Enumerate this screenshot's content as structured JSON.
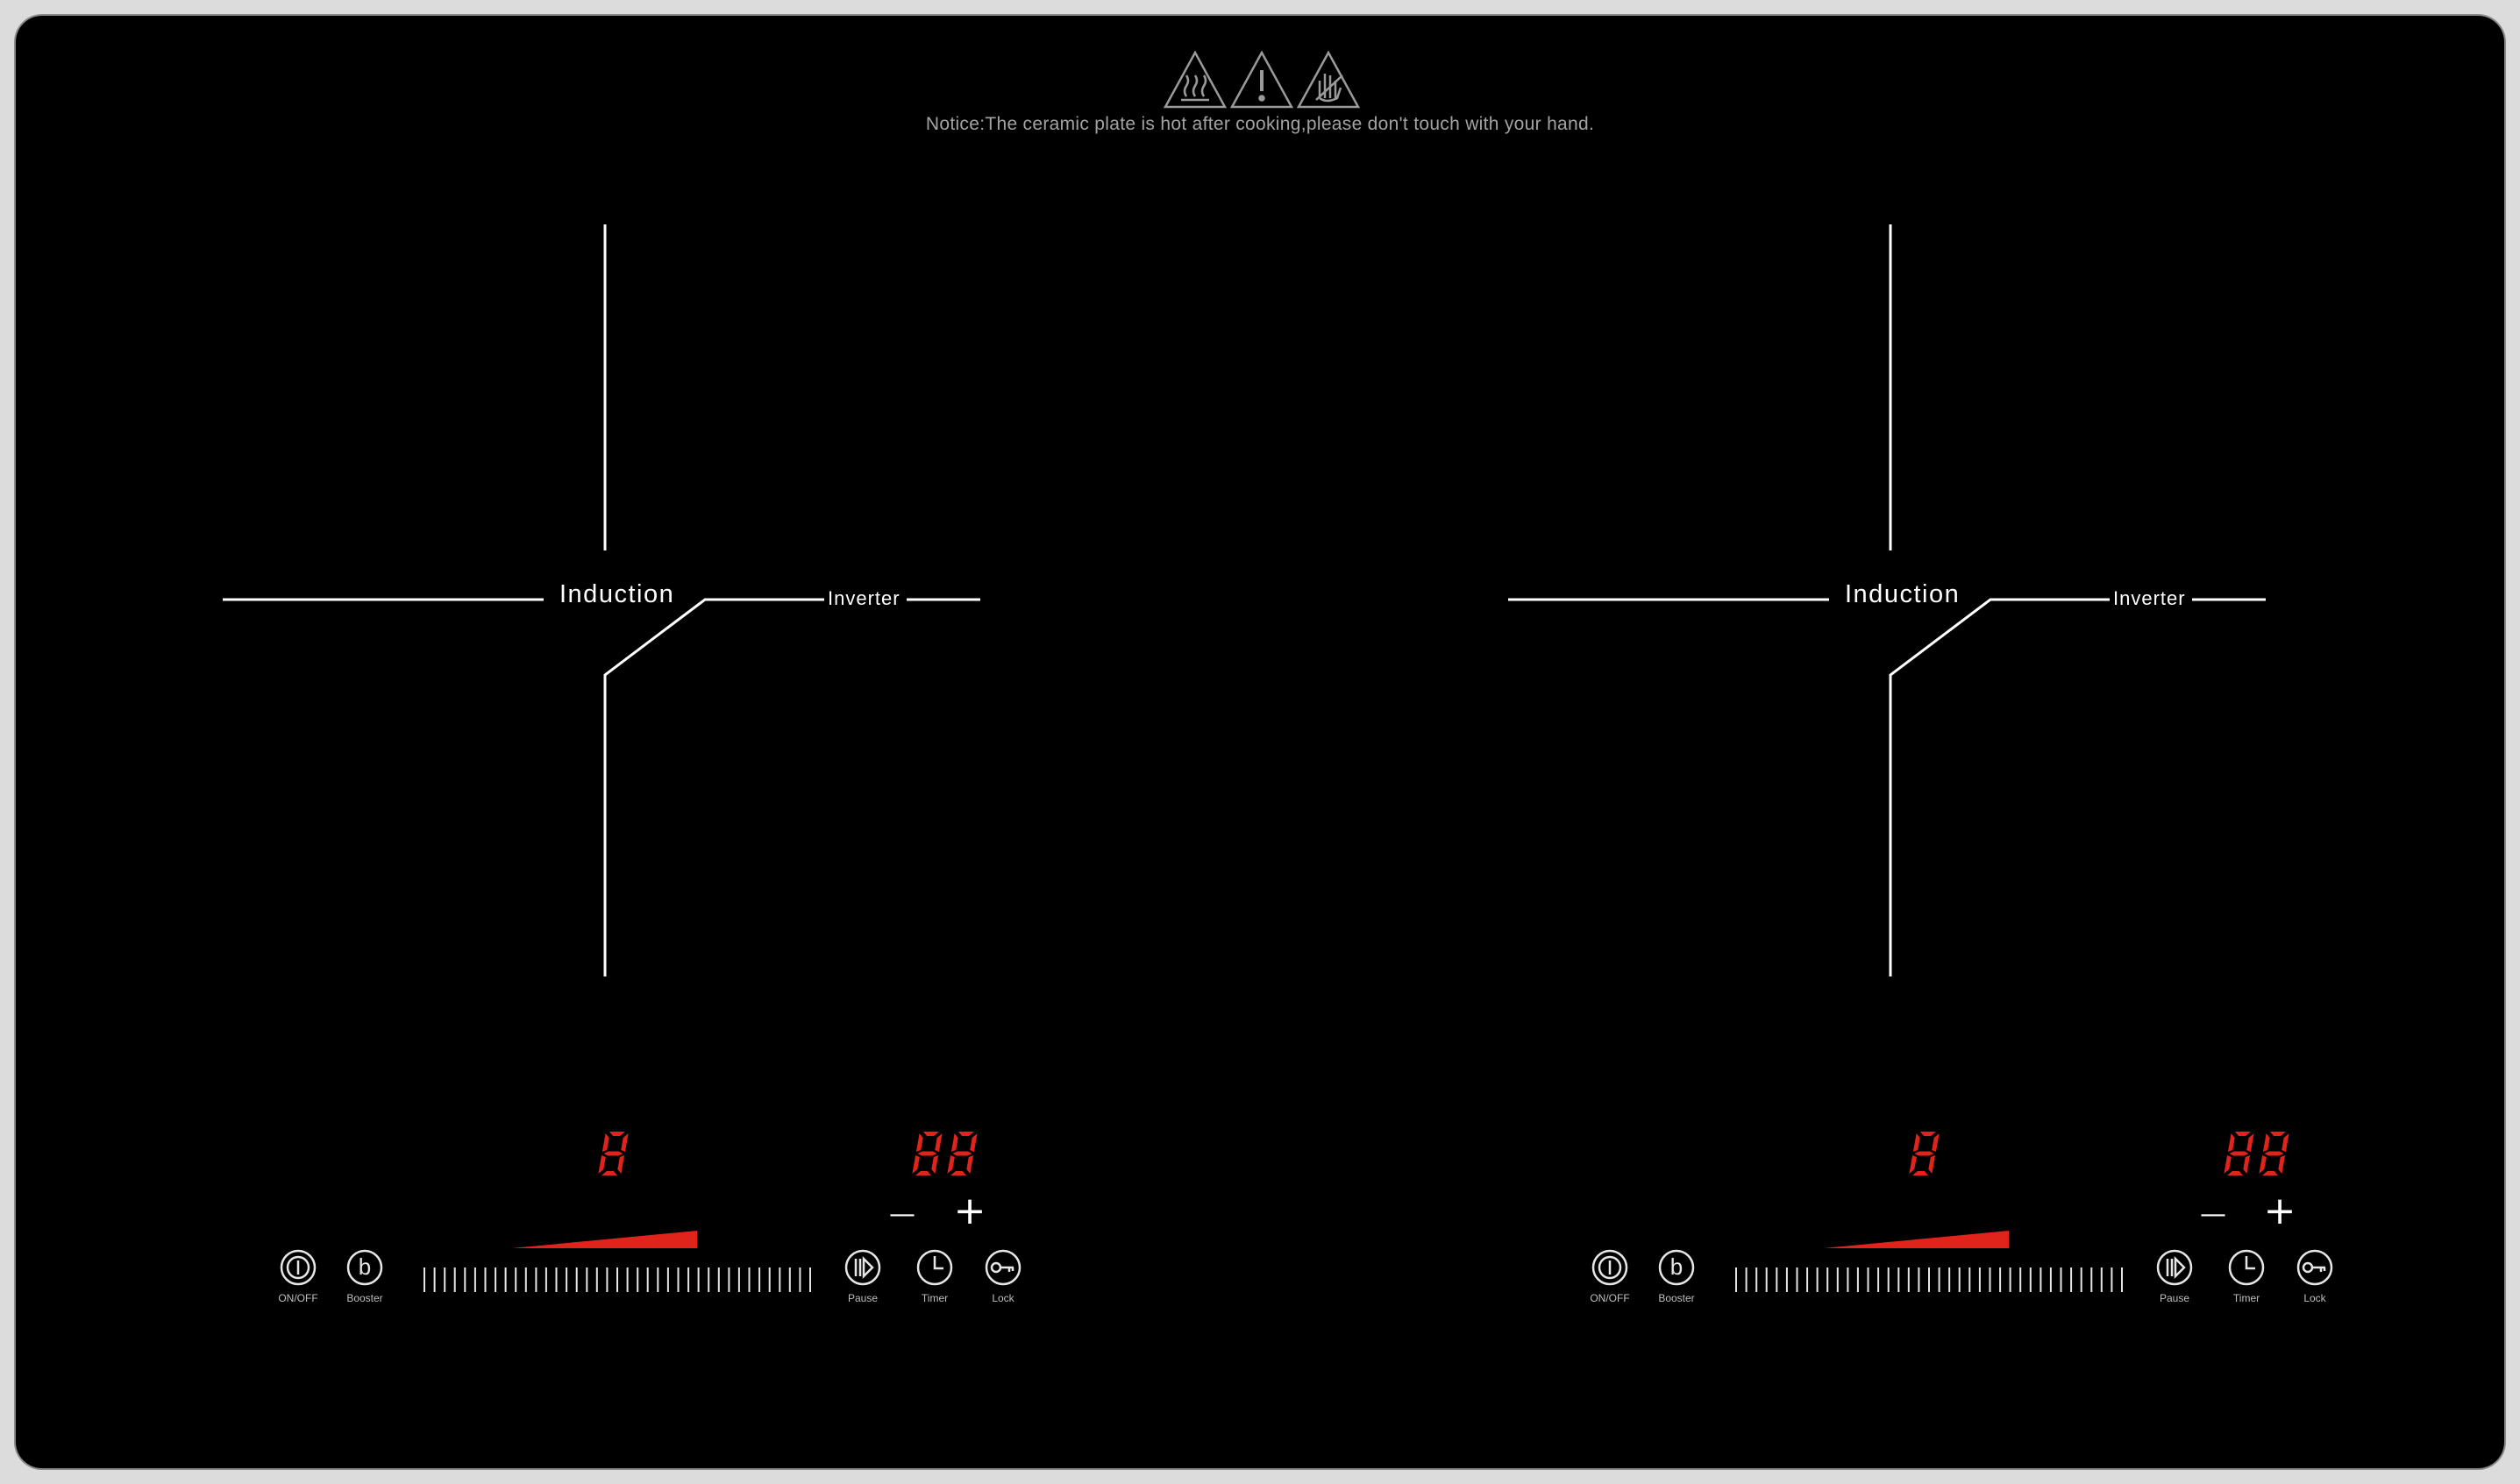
{
  "panel": {
    "notice": "Notice:The ceramic plate is hot after cooking,please don't touch with your hand.",
    "warning_icons": [
      "hot-surface-icon",
      "caution-icon",
      "no-touch-hand-icon"
    ]
  },
  "zones": [
    {
      "id": "left",
      "label_main": "Induction",
      "label_sub": "Inverter",
      "power_display": "8",
      "timer_display": "88",
      "level_fraction": 0.48,
      "controls": {
        "onoff": "ON/OFF",
        "booster": "Booster",
        "booster_glyph": "b",
        "pause": "Pause",
        "timer": "Timer",
        "lock": "Lock",
        "minus": "—",
        "plus": "+"
      }
    },
    {
      "id": "right",
      "label_main": "Induction",
      "label_sub": "Inverter",
      "power_display": "8",
      "timer_display": "88",
      "level_fraction": 0.48,
      "controls": {
        "onoff": "ON/OFF",
        "booster": "Booster",
        "booster_glyph": "b",
        "pause": "Pause",
        "timer": "Timer",
        "lock": "Lock",
        "minus": "—",
        "plus": "+"
      }
    }
  ],
  "colors": {
    "panel": "#000000",
    "lines": "#ffffff",
    "display": "#e0241b",
    "notice": "#a3a3a3"
  }
}
